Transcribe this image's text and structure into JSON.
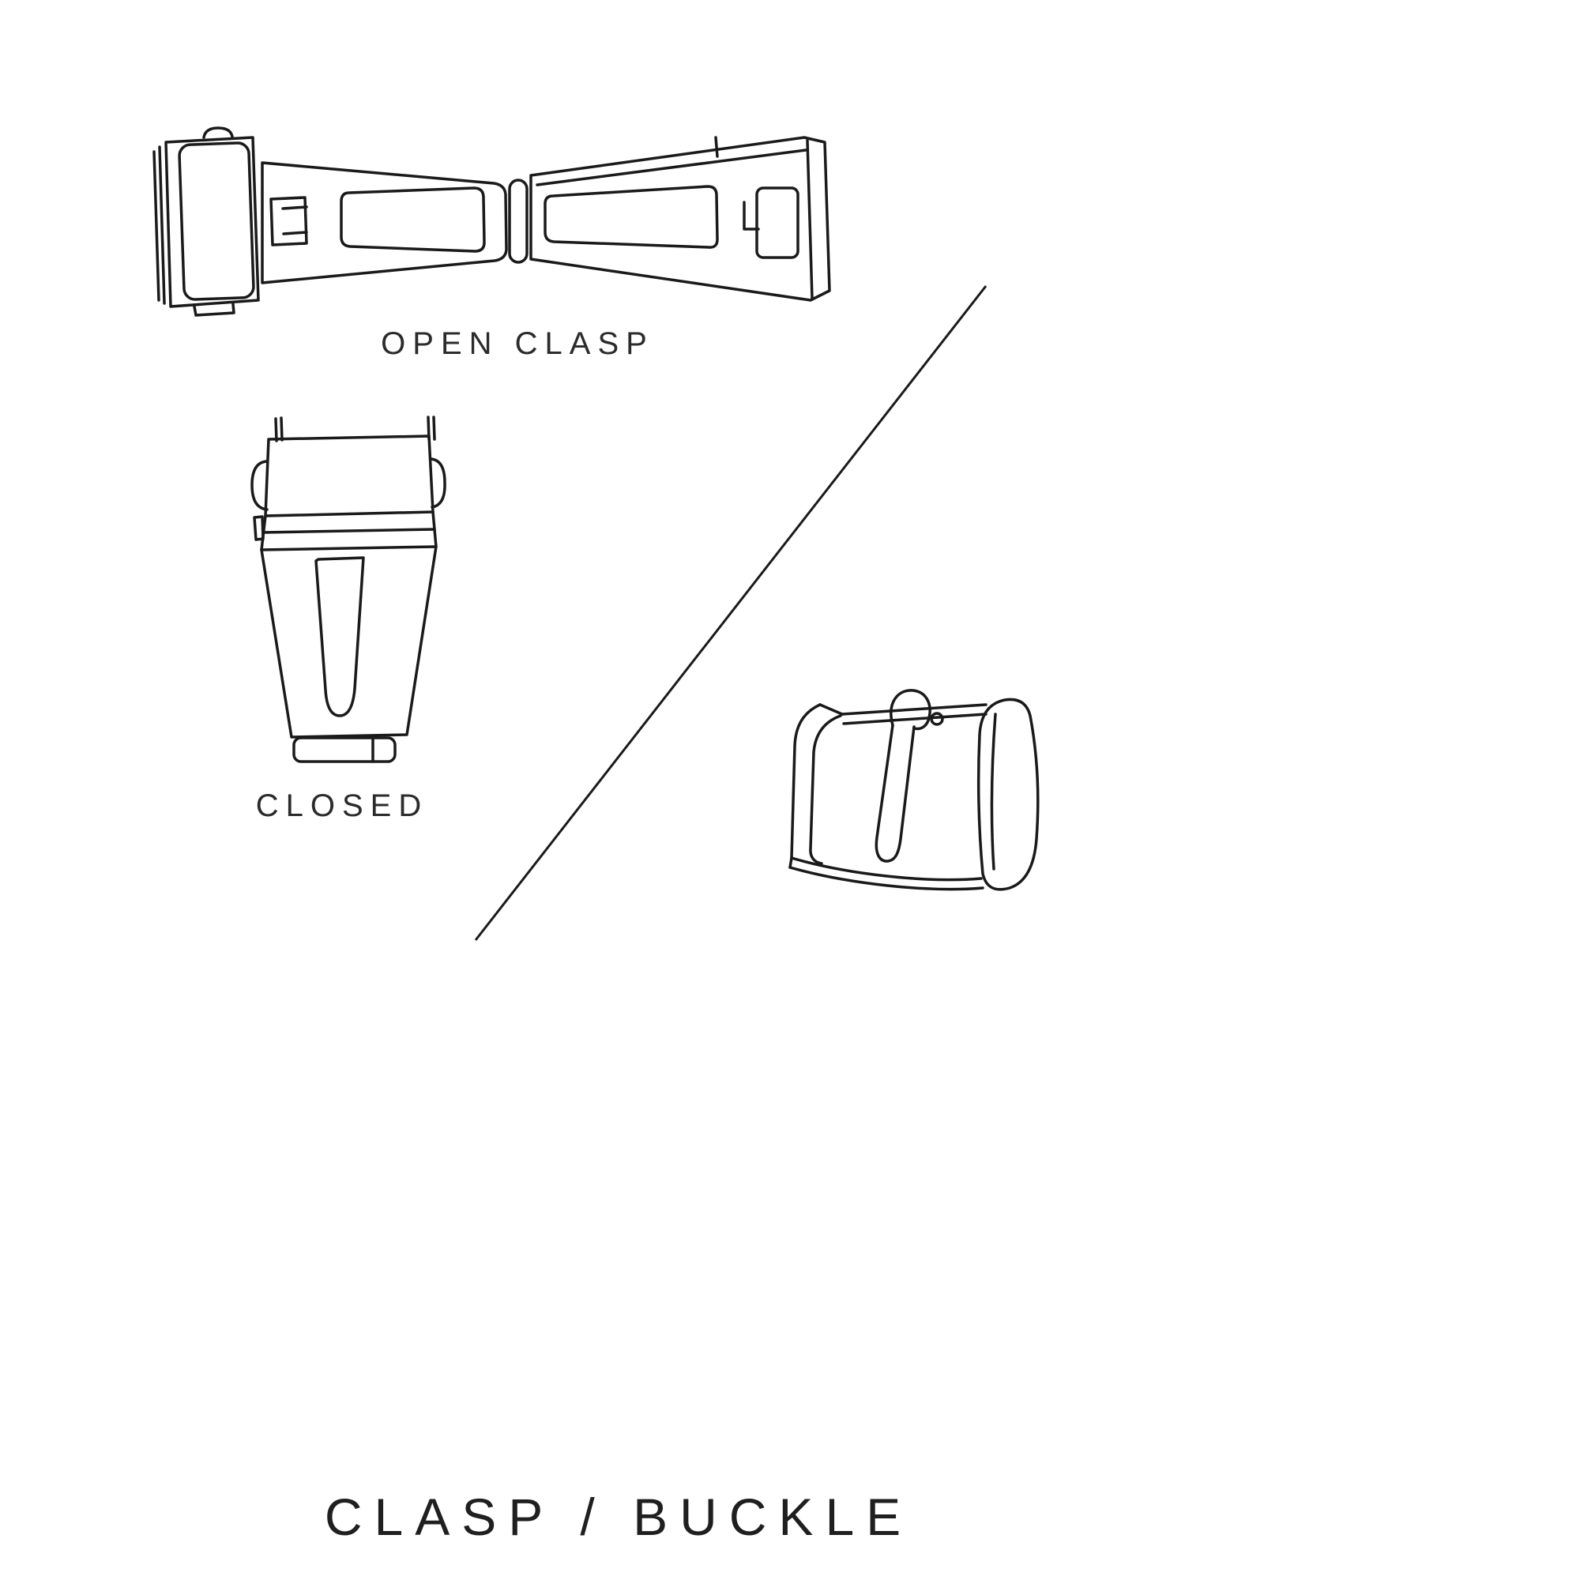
{
  "diagram": {
    "title": "CLASP / BUCKLE",
    "figures": [
      {
        "id": "open-clasp-illustration",
        "label": "OPEN CLASP"
      },
      {
        "id": "closed-clasp-illustration",
        "label": "CLOSED"
      },
      {
        "id": "buckle-illustration",
        "label": ""
      }
    ],
    "colors": {
      "background": "#ffffff",
      "line": "#1a1a1a",
      "text": "#2b2b2b"
    }
  }
}
